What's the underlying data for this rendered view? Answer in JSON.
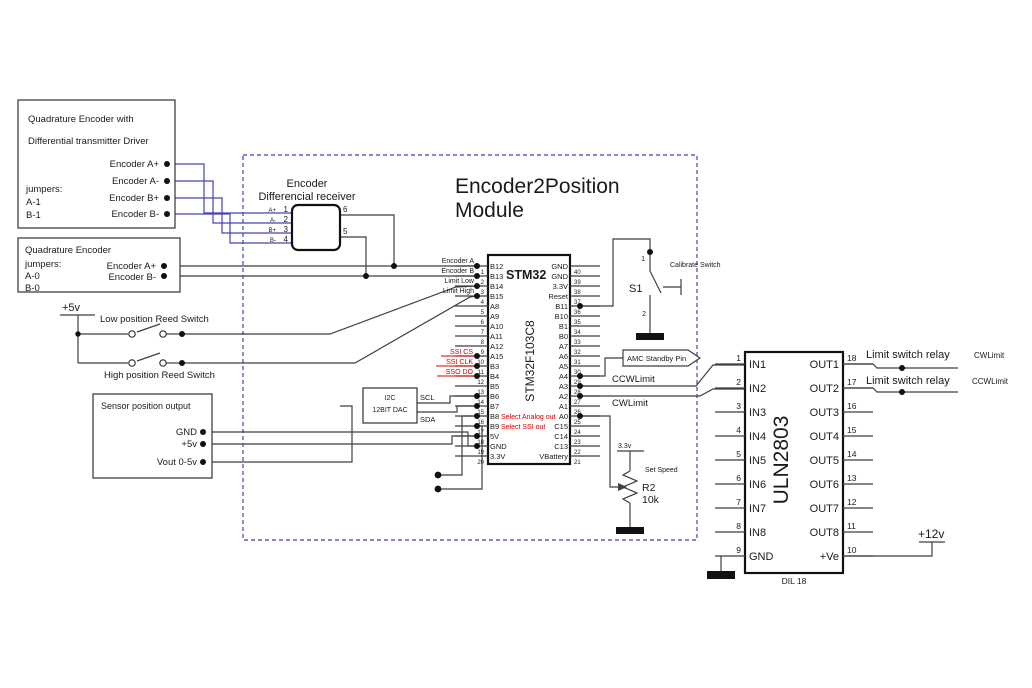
{
  "title": {
    "line1": "Encoder2Position",
    "line2": "Module"
  },
  "colors": {
    "wire": "#3f3f3f",
    "blue_wire": "#4343b5",
    "dashed_border": "#5c5ccc",
    "red": "#d40000"
  },
  "encoder_driver_box": {
    "title_line1": "Quadrature Encoder with",
    "title_line2": "Differential transmitter Driver",
    "jumpers_label": "jumpers:",
    "jumper1": "A-1",
    "jumper2": "B-1",
    "pins": [
      {
        "label": "Encoder A+"
      },
      {
        "label": "Encoder A-"
      },
      {
        "label": "Encoder B+"
      },
      {
        "label": "Encoder B-"
      }
    ]
  },
  "encoder_box": {
    "title": "Quadrature Encoder",
    "jumpers_label": "jumpers:",
    "jumper1": "A-0",
    "jumper2": "B-0",
    "pins": [
      {
        "label": "Encoder A+"
      },
      {
        "label": "Encoder B-"
      }
    ]
  },
  "receiver": {
    "title_line1": "Encoder",
    "title_line2": "Differencial receiver",
    "left_pins": [
      {
        "label": "A+",
        "number": "1"
      },
      {
        "label": "A-",
        "number": "2"
      },
      {
        "label": "B+",
        "number": "3"
      },
      {
        "label": "B-",
        "number": "4"
      }
    ],
    "right_pins": [
      {
        "number": "6"
      },
      {
        "number": "5"
      }
    ]
  },
  "stm32": {
    "name": "STM32",
    "part": "STM32F103C8",
    "left_pins": [
      {
        "number": "1",
        "name": "B12"
      },
      {
        "number": "2",
        "name": "B13"
      },
      {
        "number": "3",
        "name": "B14"
      },
      {
        "number": "4",
        "name": "B15"
      },
      {
        "number": "5",
        "name": "A8"
      },
      {
        "number": "6",
        "name": "A9"
      },
      {
        "number": "7",
        "name": "A10"
      },
      {
        "number": "8",
        "name": "A11"
      },
      {
        "number": "9",
        "name": "A12"
      },
      {
        "number": "10",
        "name": "A15"
      },
      {
        "number": "11",
        "name": "B3"
      },
      {
        "number": "12",
        "name": "B4"
      },
      {
        "number": "13",
        "name": "B5"
      },
      {
        "number": "14",
        "name": "B6"
      },
      {
        "number": "15",
        "name": "B7"
      },
      {
        "number": "16",
        "name": "B8"
      },
      {
        "number": "17",
        "name": "B9"
      },
      {
        "number": "18",
        "name": "5V"
      },
      {
        "number": "19",
        "name": "GND"
      },
      {
        "number": "20",
        "name": "3.3V"
      }
    ],
    "right_pins": [
      {
        "number": "40",
        "name": "GND"
      },
      {
        "number": "39",
        "name": "GND"
      },
      {
        "number": "38",
        "name": "3.3V"
      },
      {
        "number": "37",
        "name": "Reset"
      },
      {
        "number": "36",
        "name": "B11"
      },
      {
        "number": "35",
        "name": "B10"
      },
      {
        "number": "34",
        "name": "B1"
      },
      {
        "number": "33",
        "name": "B0"
      },
      {
        "number": "32",
        "name": "A7"
      },
      {
        "number": "31",
        "name": "A6"
      },
      {
        "number": "30",
        "name": "A5"
      },
      {
        "number": "29",
        "name": "A4"
      },
      {
        "number": "28",
        "name": "A3"
      },
      {
        "number": "27",
        "name": "A2"
      },
      {
        "number": "26",
        "name": "A1"
      },
      {
        "number": "25",
        "name": "A0"
      },
      {
        "number": "24",
        "name": "C15"
      },
      {
        "number": "23",
        "name": "C14"
      },
      {
        "number": "22",
        "name": "C13"
      },
      {
        "number": "21",
        "name": "VBattery"
      }
    ],
    "external_labels": {
      "encoder_a": "Encoder A",
      "encoder_b": "Encoder B",
      "limit_low": "Limit Low",
      "limit_high": "Limit High"
    },
    "red_labels": {
      "ssi_cs": "SSI CS",
      "ssi_clk": "SSI CLK",
      "sso_do": "SSO DO",
      "select_analog": "Select Analog out",
      "select_ssi": "Select SSI out"
    }
  },
  "power": {
    "plus5v": "+5v",
    "plus12v": "+12v"
  },
  "reed": {
    "low_label": "Low position Reed Switch",
    "high_label": "High position Reed Switch"
  },
  "sensor_box": {
    "title": "Sensor position output",
    "pins": [
      {
        "label": "GND"
      },
      {
        "label": "+5v"
      },
      {
        "label": "Vout 0-5v"
      }
    ]
  },
  "dac": {
    "line1": "I2C",
    "line2": "12BIT DAC",
    "scl": "SCL",
    "sda": "SDA"
  },
  "s1": {
    "name": "S1",
    "pin1": "1",
    "pin2": "2",
    "label": "Calibrate Switch"
  },
  "flag": {
    "label": "AMC Standby Pin"
  },
  "signals": {
    "ccwlimit": "CCWLimit",
    "cwlimit": "CWLimit"
  },
  "pot": {
    "name": "R2",
    "value": "10k",
    "label": "Set Speed",
    "supply": "3.3v"
  },
  "uln": {
    "name": "ULN2803",
    "package": "DIL 18",
    "left_pins": [
      {
        "number": "1",
        "name": "IN1"
      },
      {
        "number": "2",
        "name": "IN2"
      },
      {
        "number": "3",
        "name": "IN3"
      },
      {
        "number": "4",
        "name": "IN4"
      },
      {
        "number": "5",
        "name": "IN5"
      },
      {
        "number": "6",
        "name": "IN6"
      },
      {
        "number": "7",
        "name": "IN7"
      },
      {
        "number": "8",
        "name": "IN8"
      },
      {
        "number": "9",
        "name": "GND"
      }
    ],
    "right_pins": [
      {
        "number": "18",
        "name": "OUT1"
      },
      {
        "number": "17",
        "name": "OUT2"
      },
      {
        "number": "16",
        "name": "OUT3"
      },
      {
        "number": "15",
        "name": "OUT4"
      },
      {
        "number": "14",
        "name": "OUT5"
      },
      {
        "number": "13",
        "name": "OUT6"
      },
      {
        "number": "12",
        "name": "OUT7"
      },
      {
        "number": "11",
        "name": "OUT8"
      },
      {
        "number": "10",
        "name": "+Ve"
      }
    ]
  },
  "relay": {
    "row1_label": "Limit switch relay",
    "row1_signal": "CWLimit",
    "row2_label": "Limit switch relay",
    "row2_signal": "CCWLimit"
  }
}
